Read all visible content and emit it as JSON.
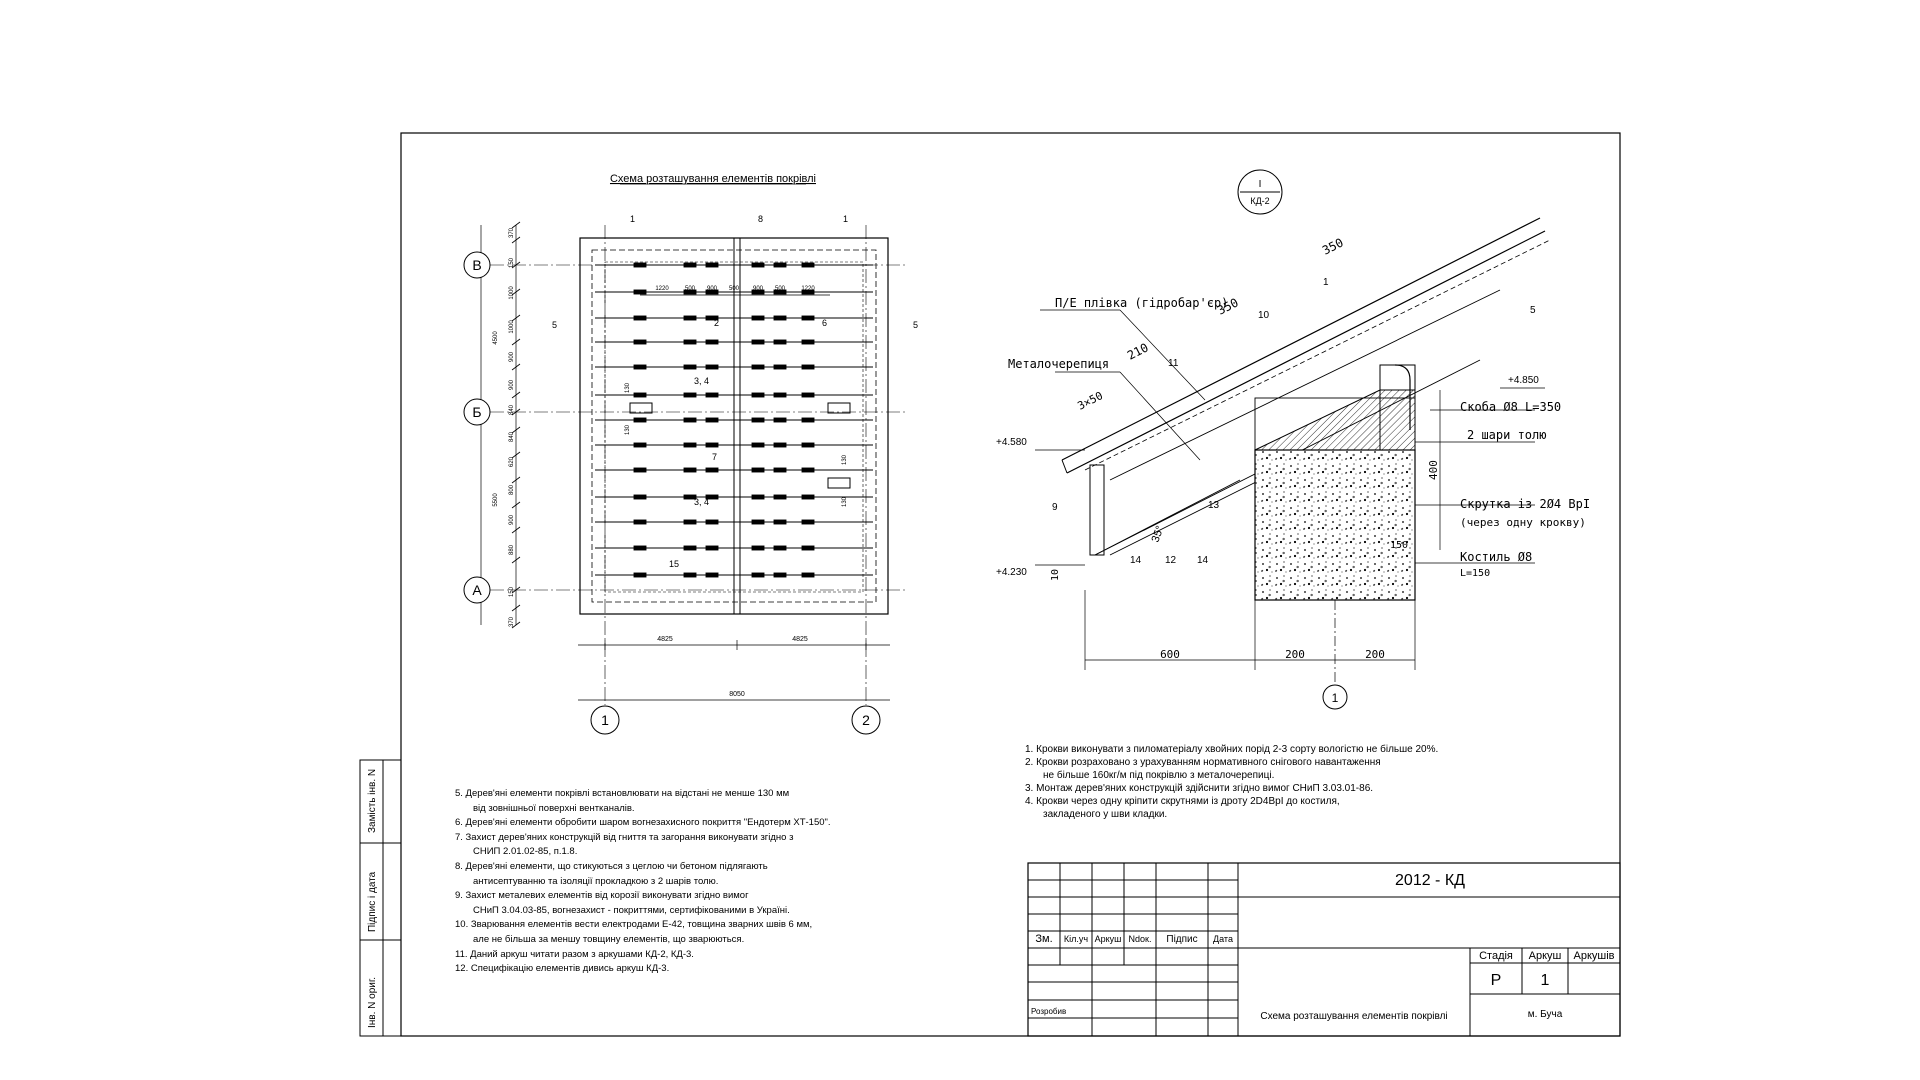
{
  "plan": {
    "title": "Схема розташування елементів покрівлі",
    "axes_rows": [
      "В",
      "Б",
      "А"
    ],
    "axes_cols": [
      "1",
      "2"
    ],
    "top_dims": [
      "1220",
      "500",
      "900",
      "500",
      "900",
      "500",
      "1220"
    ],
    "left_dims": [
      "370",
      "150",
      "1000",
      "1000",
      "900",
      "900",
      "840",
      "840",
      "620",
      "800",
      "900",
      "880",
      "150",
      "370"
    ],
    "left_totals": [
      "4500",
      "5500"
    ],
    "bottom_dims": [
      "4825",
      "4825"
    ],
    "bottom_total": "8050",
    "small_dims": [
      "130",
      "130",
      "130",
      "130"
    ],
    "marks": [
      "1",
      "8",
      "1",
      "5",
      "5",
      "2",
      "6",
      "3, 4",
      "7",
      "3, 4",
      "15"
    ]
  },
  "section": {
    "ref_top": "I",
    "ref_bottom": "КД-2",
    "labels": {
      "film": "П/Е плівка (гідробар'єр)",
      "metal": "Металочерепиця",
      "bracket": "Скоба Ø8 L=350",
      "tol": "2 шари толю",
      "twist": "Скрутка із 2Ø4 ВрІ",
      "twist2": "(через одну крокву)",
      "crutch": "Костиль Ø8",
      "crutch2": "L=150"
    },
    "levels": [
      "+4.850",
      "+4.580",
      "+4.230"
    ],
    "angle": "35°",
    "dims_slope": [
      "350",
      "350",
      "210",
      "3×50"
    ],
    "dims_bottom": [
      "600",
      "200",
      "200"
    ],
    "dim_400": "400",
    "dim_150": "150",
    "dim_10": "10",
    "axis": "1",
    "marks": [
      "1",
      "5",
      "10",
      "11",
      "9",
      "13",
      "14",
      "12",
      "14"
    ]
  },
  "notes_right": [
    "1. Крокви виконувати з пиломатеріалу хвойних порід 2-3 сорту вологістю не більше 20%.",
    "2. Крокви розраховано з урахуванням нормативного снігового навантаження",
    "не більше 160кг/м під покрівлю з металочерепиці.",
    "3. Монтаж дерев'яних конструкцій здійснити згідно вимог СНиП 3.03.01-86.",
    "4. Крокви через одну кріпити скрутнями із дроту 2D4ВрІ до костиля,",
    "закладеного у шви кладки."
  ],
  "notes_left": [
    "5. Дерев'яні елементи покрівлі встановлювати на відстані не менше 130 мм",
    "від зовнішньої поверхні вентканалів.",
    "6. Дерев'яні елементи обробити шаром вогнезахисного покриття \"Ендотерм ХТ-150\".",
    "7. Захист дерев'яних конструкцій від гниття та загорання виконувати згідно з",
    "СНИП 2.01.02-85, п.1.8.",
    "8. Дерев'яні елементи, що стикуються з цеглою чи бетоном підлягають",
    "антисептуванню та ізоляції прокладкою з 2 шарів толю.",
    "9. Захист металевих елементів від корозії виконувати згідно вимог",
    "СНиП 3.04.03-85, вогнезахист - покриттями, сертифікованими в Україні.",
    "10. Зварювання елементів вести електродами Е-42, товщина зварних швів 6 мм,",
    "але не більша за меншу товщину елементів, що зварюються.",
    "11. Даний аркуш читати разом з аркушами КД-2, КД-3.",
    "12. Специфікацію елементів дивись аркуш КД-3."
  ],
  "side_stamp": [
    "Інв. N ориг.",
    "Підпис і дата",
    "Замість інв. N"
  ],
  "stamp": {
    "code": "2012 - КД",
    "cols": [
      "Зм.",
      "Кіл.уч",
      "Аркуш",
      "Ndoк.",
      "Підпис",
      "Дата"
    ],
    "developed": "Розробив",
    "title": "Схема розташування елементів покрівлі",
    "stage_h": "Стадія",
    "sheet_h": "Аркуш",
    "sheets_h": "Аркушів",
    "stage": "Р",
    "sheet": "1",
    "city": "м. Буча"
  }
}
